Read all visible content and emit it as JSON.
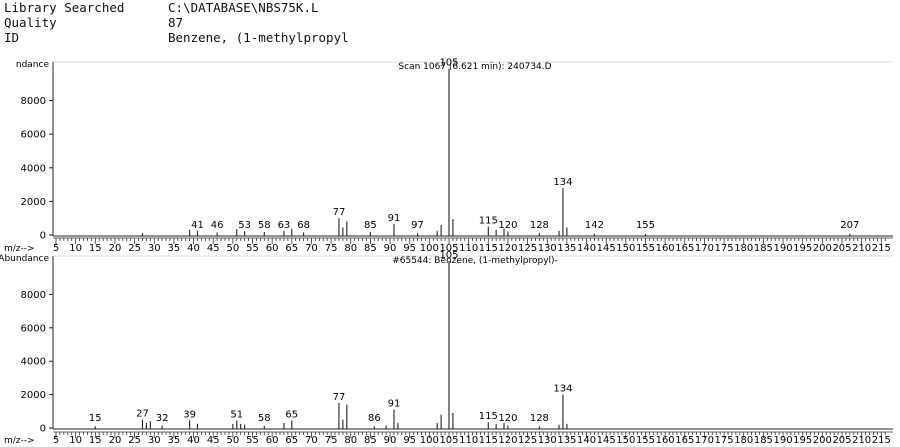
{
  "header": {
    "library_label": "Library Searched",
    "library_value": "C:\\DATABASE\\NBS75K.L",
    "quality_label": "Quality",
    "quality_value": "87",
    "id_label": "ID",
    "id_value": "Benzene, (1-methylpropyl"
  },
  "chart_data": [
    {
      "type": "bar",
      "title": "Scan 1067 (6.621 min): 240734.D",
      "ylabel": "Abundance",
      "ylabel_shown": "ndance",
      "xlabel": "m/z-->",
      "xlim": [
        5,
        217
      ],
      "ylim": [
        0,
        10000
      ],
      "yticks": [
        0,
        2000,
        4000,
        6000,
        8000
      ],
      "xticks": [
        5,
        10,
        15,
        20,
        25,
        30,
        35,
        40,
        45,
        50,
        55,
        60,
        65,
        70,
        75,
        80,
        85,
        90,
        95,
        100,
        105,
        110,
        115,
        120,
        125,
        130,
        135,
        140,
        145,
        150,
        155,
        160,
        165,
        170,
        175,
        180,
        185,
        190,
        195,
        200,
        205,
        210,
        215
      ],
      "peaks": [
        {
          "mz": 27,
          "value": 120
        },
        {
          "mz": 39,
          "value": 300
        },
        {
          "mz": 41,
          "value": 250
        },
        {
          "mz": 46,
          "value": 150
        },
        {
          "mz": 51,
          "value": 350
        },
        {
          "mz": 53,
          "value": 220
        },
        {
          "mz": 58,
          "value": 180
        },
        {
          "mz": 63,
          "value": 250
        },
        {
          "mz": 65,
          "value": 350
        },
        {
          "mz": 68,
          "value": 150
        },
        {
          "mz": 77,
          "value": 1000
        },
        {
          "mz": 78,
          "value": 450
        },
        {
          "mz": 79,
          "value": 800
        },
        {
          "mz": 85,
          "value": 180
        },
        {
          "mz": 91,
          "value": 650
        },
        {
          "mz": 97,
          "value": 120
        },
        {
          "mz": 102,
          "value": 250
        },
        {
          "mz": 103,
          "value": 600
        },
        {
          "mz": 105,
          "value": 9900
        },
        {
          "mz": 106,
          "value": 950
        },
        {
          "mz": 115,
          "value": 500
        },
        {
          "mz": 117,
          "value": 300
        },
        {
          "mz": 119,
          "value": 380
        },
        {
          "mz": 120,
          "value": 200
        },
        {
          "mz": 128,
          "value": 120
        },
        {
          "mz": 133,
          "value": 250
        },
        {
          "mz": 134,
          "value": 2800
        },
        {
          "mz": 135,
          "value": 450
        },
        {
          "mz": 142,
          "value": 80
        },
        {
          "mz": 155,
          "value": 60
        },
        {
          "mz": 207,
          "value": 80
        }
      ],
      "labels": [
        {
          "mz": 41,
          "text": "41"
        },
        {
          "mz": 46,
          "text": "46"
        },
        {
          "mz": 53,
          "text": "53"
        },
        {
          "mz": 58,
          "text": "58"
        },
        {
          "mz": 63,
          "text": "63"
        },
        {
          "mz": 68,
          "text": "68"
        },
        {
          "mz": 77,
          "text": "77"
        },
        {
          "mz": 85,
          "text": "85"
        },
        {
          "mz": 91,
          "text": "91"
        },
        {
          "mz": 97,
          "text": "97"
        },
        {
          "mz": 105,
          "text": "105"
        },
        {
          "mz": 115,
          "text": "115"
        },
        {
          "mz": 120,
          "text": "120"
        },
        {
          "mz": 128,
          "text": "128"
        },
        {
          "mz": 134,
          "text": "134"
        },
        {
          "mz": 142,
          "text": "142"
        },
        {
          "mz": 155,
          "text": "155"
        },
        {
          "mz": 207,
          "text": "207"
        }
      ]
    },
    {
      "type": "bar",
      "title": "#65544: Benzene, (1-methylpropyl)-",
      "ylabel": "Abundance",
      "ylabel_shown": "Abundance",
      "xlabel": "m/z-->",
      "xlim": [
        5,
        217
      ],
      "ylim": [
        0,
        10000
      ],
      "yticks": [
        0,
        2000,
        4000,
        6000,
        8000
      ],
      "xticks": [
        5,
        10,
        15,
        20,
        25,
        30,
        35,
        40,
        45,
        50,
        55,
        60,
        65,
        70,
        75,
        80,
        85,
        90,
        95,
        100,
        105,
        110,
        115,
        120,
        125,
        130,
        135,
        140,
        145,
        150,
        155,
        160,
        165,
        170,
        175,
        180,
        185,
        190,
        195,
        200,
        205,
        210,
        215
      ],
      "peaks": [
        {
          "mz": 15,
          "value": 100
        },
        {
          "mz": 27,
          "value": 500
        },
        {
          "mz": 28,
          "value": 300
        },
        {
          "mz": 29,
          "value": 400
        },
        {
          "mz": 32,
          "value": 150
        },
        {
          "mz": 39,
          "value": 450
        },
        {
          "mz": 41,
          "value": 250
        },
        {
          "mz": 50,
          "value": 250
        },
        {
          "mz": 51,
          "value": 450
        },
        {
          "mz": 52,
          "value": 250
        },
        {
          "mz": 53,
          "value": 200
        },
        {
          "mz": 58,
          "value": 120
        },
        {
          "mz": 63,
          "value": 300
        },
        {
          "mz": 65,
          "value": 450
        },
        {
          "mz": 77,
          "value": 1500
        },
        {
          "mz": 78,
          "value": 500
        },
        {
          "mz": 79,
          "value": 1400
        },
        {
          "mz": 86,
          "value": 100
        },
        {
          "mz": 89,
          "value": 150
        },
        {
          "mz": 91,
          "value": 1100
        },
        {
          "mz": 92,
          "value": 300
        },
        {
          "mz": 102,
          "value": 300
        },
        {
          "mz": 103,
          "value": 800
        },
        {
          "mz": 105,
          "value": 10000
        },
        {
          "mz": 106,
          "value": 900
        },
        {
          "mz": 115,
          "value": 350
        },
        {
          "mz": 117,
          "value": 250
        },
        {
          "mz": 119,
          "value": 300
        },
        {
          "mz": 120,
          "value": 150
        },
        {
          "mz": 128,
          "value": 100
        },
        {
          "mz": 133,
          "value": 200
        },
        {
          "mz": 134,
          "value": 2000
        },
        {
          "mz": 135,
          "value": 250
        }
      ],
      "labels": [
        {
          "mz": 15,
          "text": "15"
        },
        {
          "mz": 27,
          "text": "27"
        },
        {
          "mz": 32,
          "text": "32"
        },
        {
          "mz": 39,
          "text": "39"
        },
        {
          "mz": 51,
          "text": "51"
        },
        {
          "mz": 58,
          "text": "58"
        },
        {
          "mz": 65,
          "text": "65"
        },
        {
          "mz": 77,
          "text": "77"
        },
        {
          "mz": 86,
          "text": "86"
        },
        {
          "mz": 91,
          "text": "91"
        },
        {
          "mz": 105,
          "text": "105"
        },
        {
          "mz": 115,
          "text": "115"
        },
        {
          "mz": 120,
          "text": "120"
        },
        {
          "mz": 128,
          "text": "128"
        },
        {
          "mz": 134,
          "text": "134"
        }
      ]
    }
  ]
}
